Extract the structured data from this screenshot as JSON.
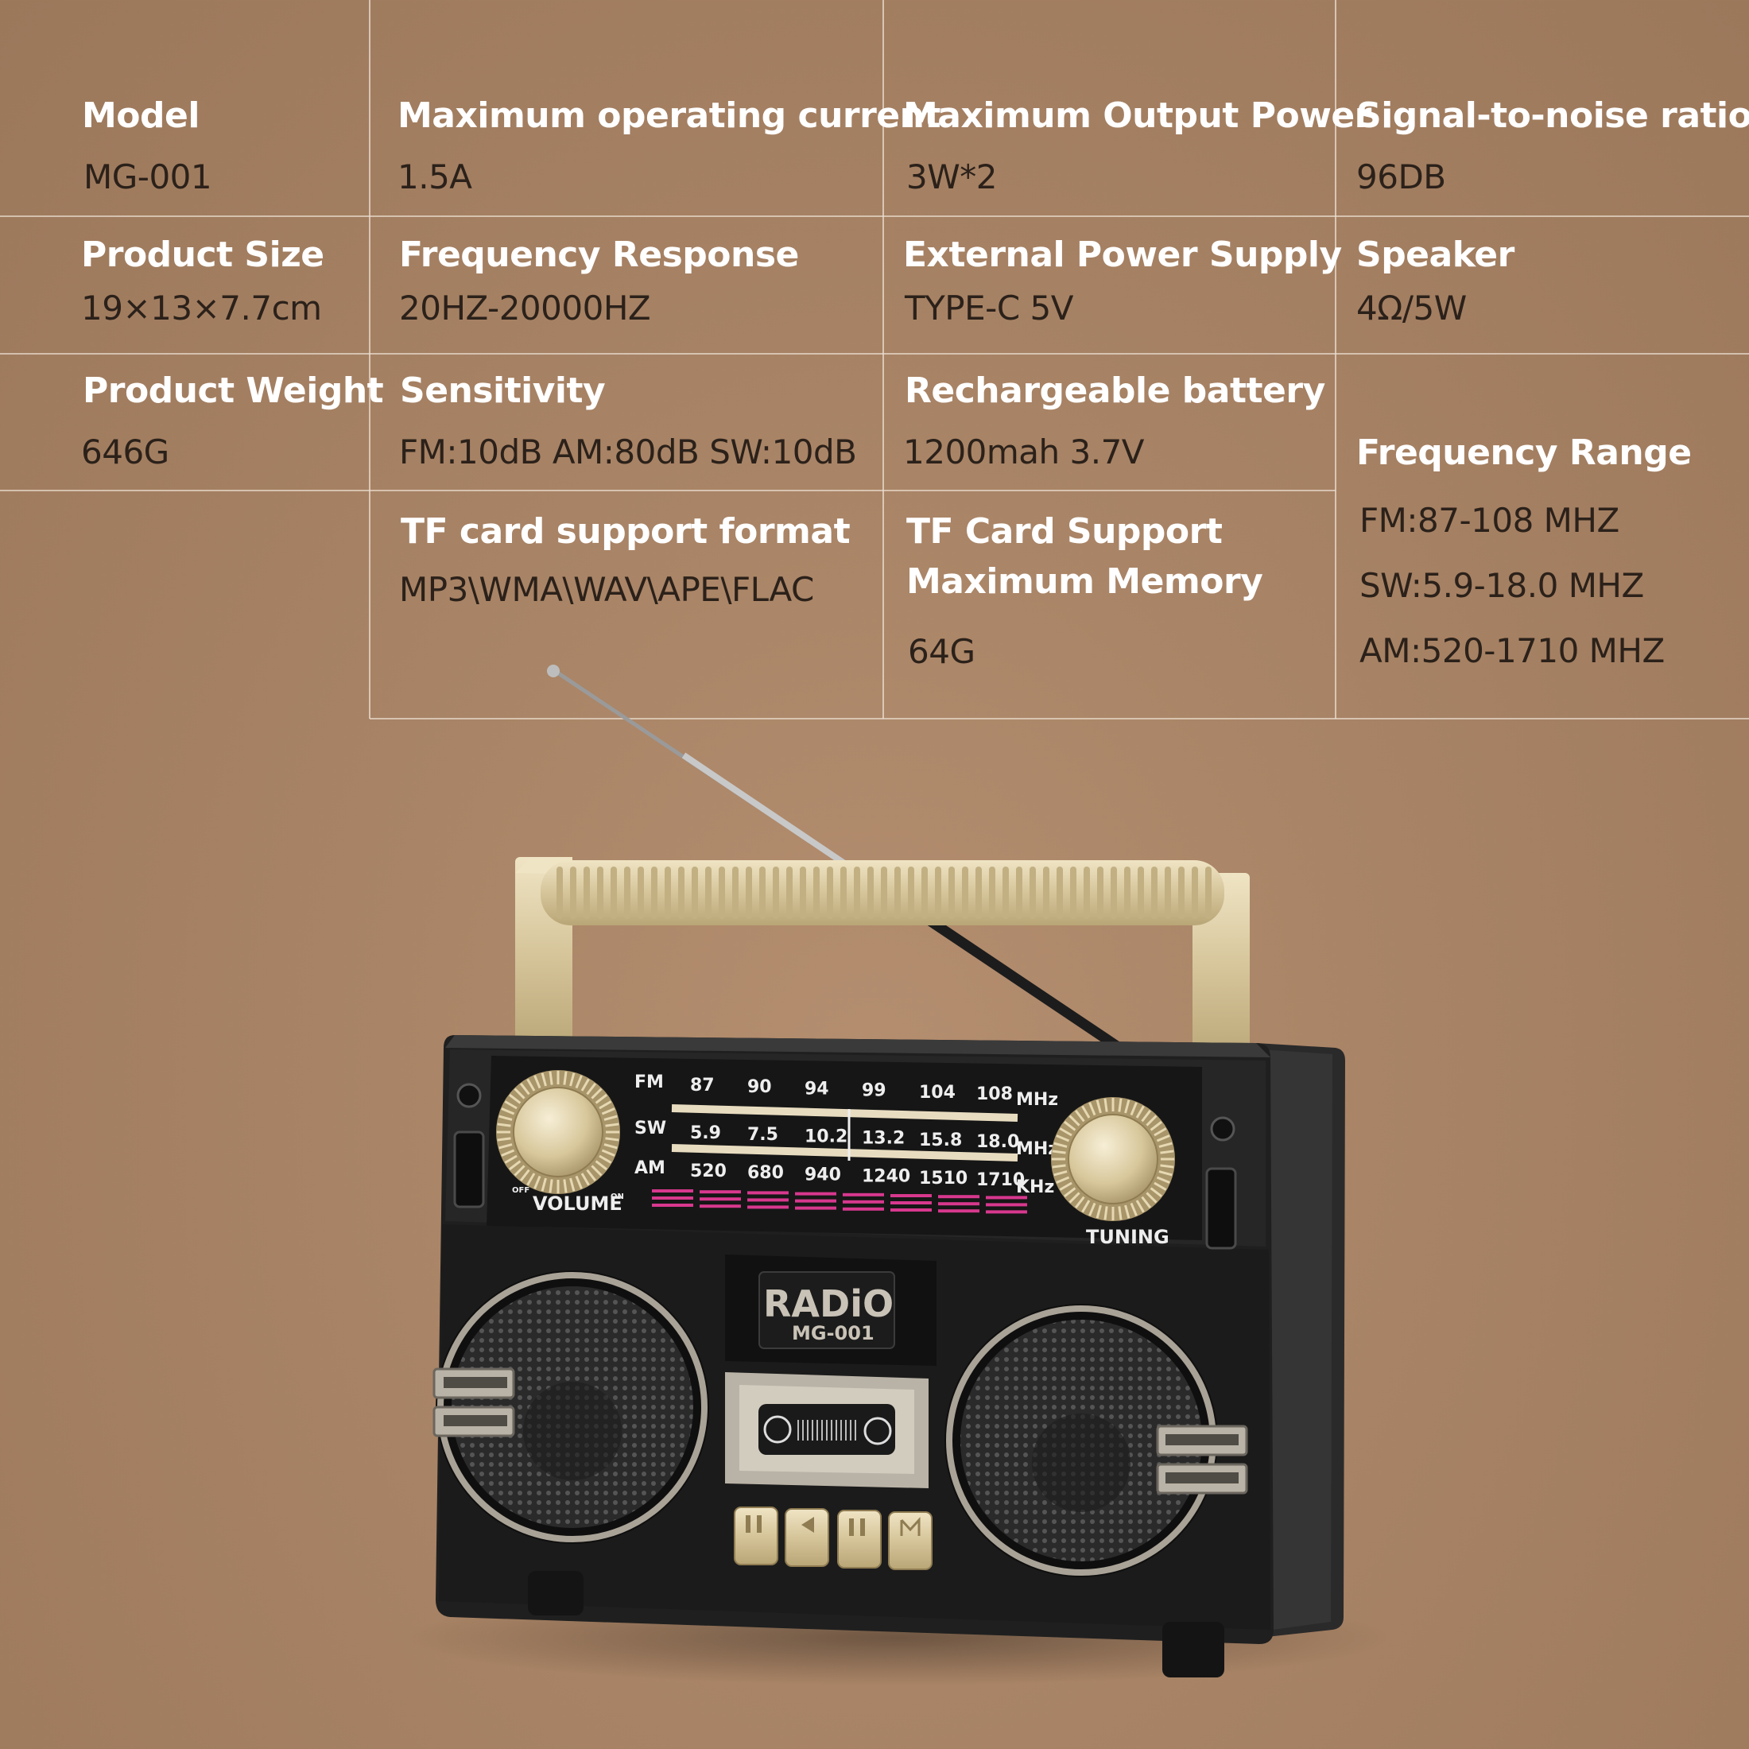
{
  "specs": {
    "model": {
      "label": "Model",
      "value": "MG-001"
    },
    "current": {
      "label": "Maximum operating current",
      "value": "1.5A"
    },
    "output_power": {
      "label": "Maximum Output Power",
      "value": "3W*2"
    },
    "snr": {
      "label": "Signal-to-noise ratio",
      "value": "96DB"
    },
    "size": {
      "label": "Product Size",
      "value": "19×13×7.7cm"
    },
    "freq_response": {
      "label": "Frequency Response",
      "value": "20HZ-20000HZ"
    },
    "ext_power": {
      "label": "External Power Supply",
      "value": "TYPE-C 5V"
    },
    "speaker": {
      "label": "Speaker",
      "value": "4Ω/5W"
    },
    "weight": {
      "label": "Product Weight",
      "value": "646G"
    },
    "sensitivity": {
      "label": "Sensitivity",
      "value": "FM:10dB AM:80dB SW:10dB"
    },
    "battery": {
      "label": "Rechargeable battery",
      "value": "1200mah 3.7V"
    },
    "freq_range": {
      "label": "Frequency Range",
      "fm": "FM:87-108 MHZ",
      "sw": "SW:5.9-18.0 MHZ",
      "am": "AM:520-1710 MHZ"
    },
    "tf_format": {
      "label": "TF card support format",
      "value": "MP3\\WMA\\WAV\\APE\\FLAC"
    },
    "tf_memory": {
      "label_line1": "TF Card Support",
      "label_line2": "Maximum Memory",
      "value": "64G"
    }
  },
  "radio": {
    "dial": {
      "fm_label": "FM",
      "fm_unit": "MHz",
      "fm_ticks": [
        "87",
        "90",
        "94",
        "99",
        "104",
        "108"
      ],
      "sw_label": "SW",
      "sw_unit": "MHz",
      "sw_ticks": [
        "5.9",
        "7.5",
        "10.2",
        "13.2",
        "15.8",
        "18.0"
      ],
      "am_label": "AM",
      "am_unit": "KHz",
      "am_ticks": [
        "520",
        "680",
        "940",
        "1240",
        "1510",
        "1710"
      ]
    },
    "volume_label": "VOLUME",
    "off_label": "OFF",
    "on_label": "ON",
    "tuning_label": "TUNING",
    "brand": "RADiO",
    "model_badge": "MG-001"
  },
  "colors": {
    "background": "#a98466",
    "label_text": "#ffffff",
    "value_text": "#2b211a",
    "handle_gold": "#d9c9a0",
    "body_black": "#1e1e1e",
    "dial_pink": "#d8388e"
  }
}
